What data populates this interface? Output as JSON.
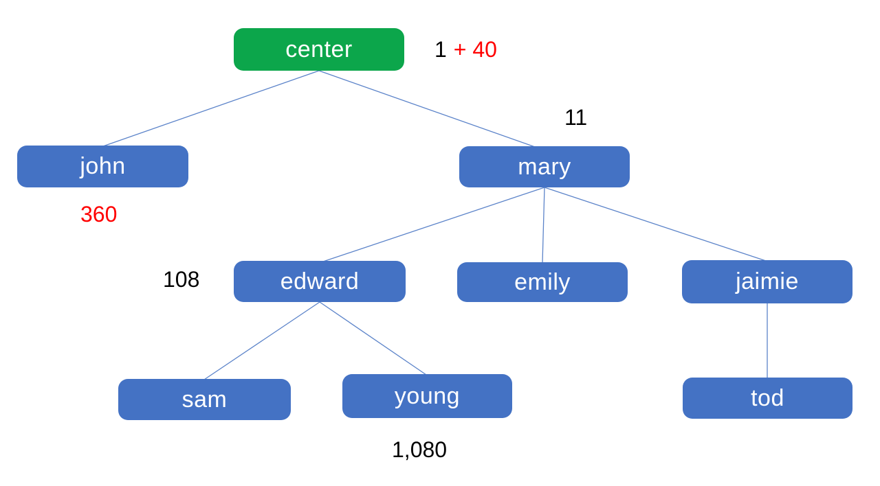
{
  "diagram": {
    "type": "tree",
    "nodes": [
      {
        "id": "center",
        "label": "center",
        "fill": "#0CA64B",
        "parent": null
      },
      {
        "id": "john",
        "label": "john",
        "fill": "#4472C4",
        "parent": "center"
      },
      {
        "id": "mary",
        "label": "mary",
        "fill": "#4472C4",
        "parent": "center"
      },
      {
        "id": "edward",
        "label": "edward",
        "fill": "#4472C4",
        "parent": "mary"
      },
      {
        "id": "emily",
        "label": "emily",
        "fill": "#4472C4",
        "parent": "mary"
      },
      {
        "id": "jaimie",
        "label": "jaimie",
        "fill": "#4472C4",
        "parent": "mary"
      },
      {
        "id": "sam",
        "label": "sam",
        "fill": "#4472C4",
        "parent": "edward"
      },
      {
        "id": "young",
        "label": "young",
        "fill": "#4472C4",
        "parent": "edward"
      },
      {
        "id": "tod",
        "label": "tod",
        "fill": "#4472C4",
        "parent": "jaimie"
      }
    ],
    "edges": [
      [
        "center",
        "john"
      ],
      [
        "center",
        "mary"
      ],
      [
        "mary",
        "edward"
      ],
      [
        "mary",
        "emily"
      ],
      [
        "mary",
        "jaimie"
      ],
      [
        "edward",
        "sam"
      ],
      [
        "edward",
        "young"
      ],
      [
        "jaimie",
        "tod"
      ]
    ],
    "annotations": {
      "center_right": {
        "part1": "1",
        "part2": "+ 40",
        "part1_color": "#000000",
        "part2_color": "#FF0000",
        "attached_to": "center",
        "position": "right"
      },
      "mary_above": {
        "text": "11",
        "color": "#000000",
        "attached_to": "mary",
        "position": "above"
      },
      "john_below": {
        "text": "360",
        "color": "#FF0000",
        "attached_to": "john",
        "position": "below"
      },
      "edward_left": {
        "text": "108",
        "color": "#000000",
        "attached_to": "edward",
        "position": "left"
      },
      "young_below": {
        "text": "1,080",
        "color": "#000000",
        "attached_to": "young",
        "position": "below"
      }
    },
    "colors": {
      "root_fill": "#0CA64B",
      "node_fill": "#4472C4",
      "node_text": "#FFFFFF",
      "edge_stroke": "#5B83C9",
      "highlight_red": "#FF0000",
      "annotation_black": "#000000",
      "background": "#FFFFFF"
    }
  }
}
